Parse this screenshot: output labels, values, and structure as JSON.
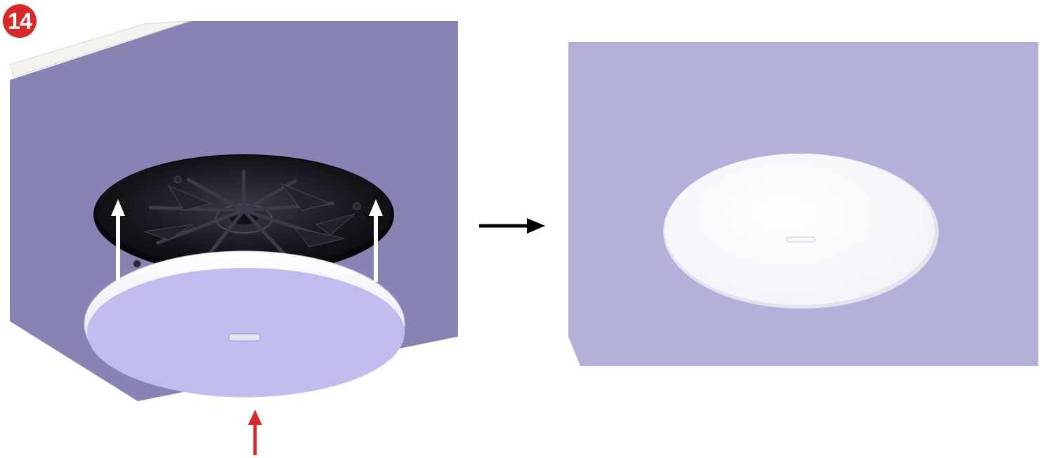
{
  "step": {
    "number": "14",
    "badge_color": "#d42a2a"
  },
  "colors": {
    "ceiling_left": "#8784b4",
    "ceiling_right": "#b3b0da",
    "grille": "#c0bdee",
    "speaker_body": "#1c1a24",
    "arrow_lift": "#ffffff",
    "arrow_push": "#d42a2a",
    "arrow_next": "#000000"
  },
  "icons": {
    "lift_arrows": "arrow-up-icon",
    "push_arrow": "arrow-up-icon",
    "sequence_arrow": "arrow-right-icon"
  },
  "panels": {
    "before": "speaker-with-grille-below",
    "after": "grille-installed-flush"
  }
}
